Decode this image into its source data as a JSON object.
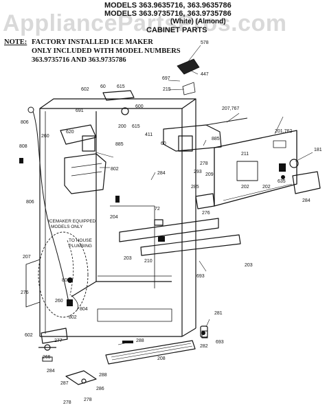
{
  "header": {
    "line1": "MODELS 363.9635716, 363.9635786",
    "line2": "MODELS 363.9735716, 363.9735786",
    "line3": "(White)     (Almond)",
    "line4": "CABINET PARTS"
  },
  "watermark": "AppliancePartsPros.com",
  "note": {
    "label": "NOTE:",
    "line1": "FACTORY INSTALLED ICE MAKER",
    "line2": "ONLY INCLUDED WITH MODEL NUMBERS",
    "line3": "363.9735716 AND 363.9735786"
  },
  "callouts": {
    "icemaker_equipped": "ICEMAKER EQUIPPED",
    "models_only": "MODELS ONLY",
    "to_house": "TO HOUSE",
    "plumbing": "PLUMBING"
  },
  "part_numbers": [
    "578",
    "447",
    "697",
    "215",
    "602",
    "60",
    "615",
    "691",
    "600",
    "200",
    "615",
    "411",
    "60",
    "207,767",
    "201,762",
    "806",
    "620",
    "260",
    "885",
    "885",
    "802",
    "808",
    "284",
    "181",
    "211",
    "202",
    "202",
    "278",
    "293",
    "635",
    "285",
    "284",
    "209",
    "276",
    "72",
    "204",
    "203",
    "210",
    "203",
    "207",
    "693",
    "806",
    "800",
    "804",
    "802",
    "276",
    "260",
    "281",
    "602",
    "277",
    "265",
    "284",
    "288",
    "208",
    "282",
    "693",
    "287",
    "278",
    "288",
    "286",
    "278"
  ]
}
